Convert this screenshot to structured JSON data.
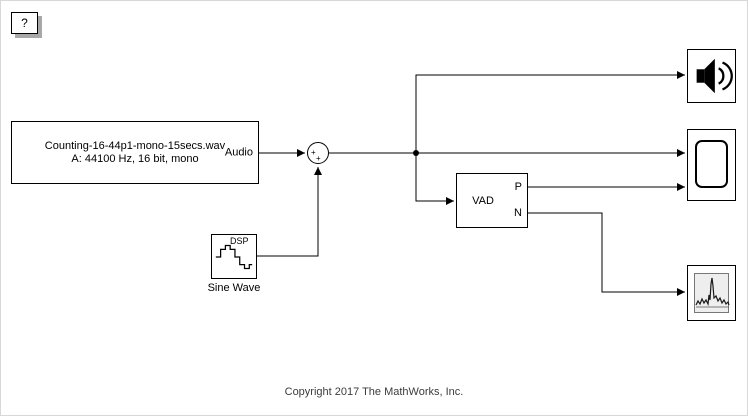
{
  "blocks": {
    "help": {
      "label": "?"
    },
    "audio_file": {
      "name_line": "Counting-16-44p1-mono-15secs.wav",
      "format_line": "A: 44100 Hz, 16 bit, mono",
      "out_port": "Audio"
    },
    "sum": {
      "sign_left": "+",
      "sign_bottom": "+"
    },
    "sine_wave": {
      "tag": "DSP",
      "caption": "Sine Wave"
    },
    "vad": {
      "label": "VAD",
      "port_p": "P",
      "port_n": "N"
    },
    "audio_device_writer": {
      "icon": "speaker-icon"
    },
    "scope": {
      "icon": "scope-screen-icon"
    },
    "spectrum_analyzer": {
      "icon": "spectrum-plot-icon"
    }
  },
  "footer": {
    "copyright": "Copyright 2017 The MathWorks, Inc."
  }
}
